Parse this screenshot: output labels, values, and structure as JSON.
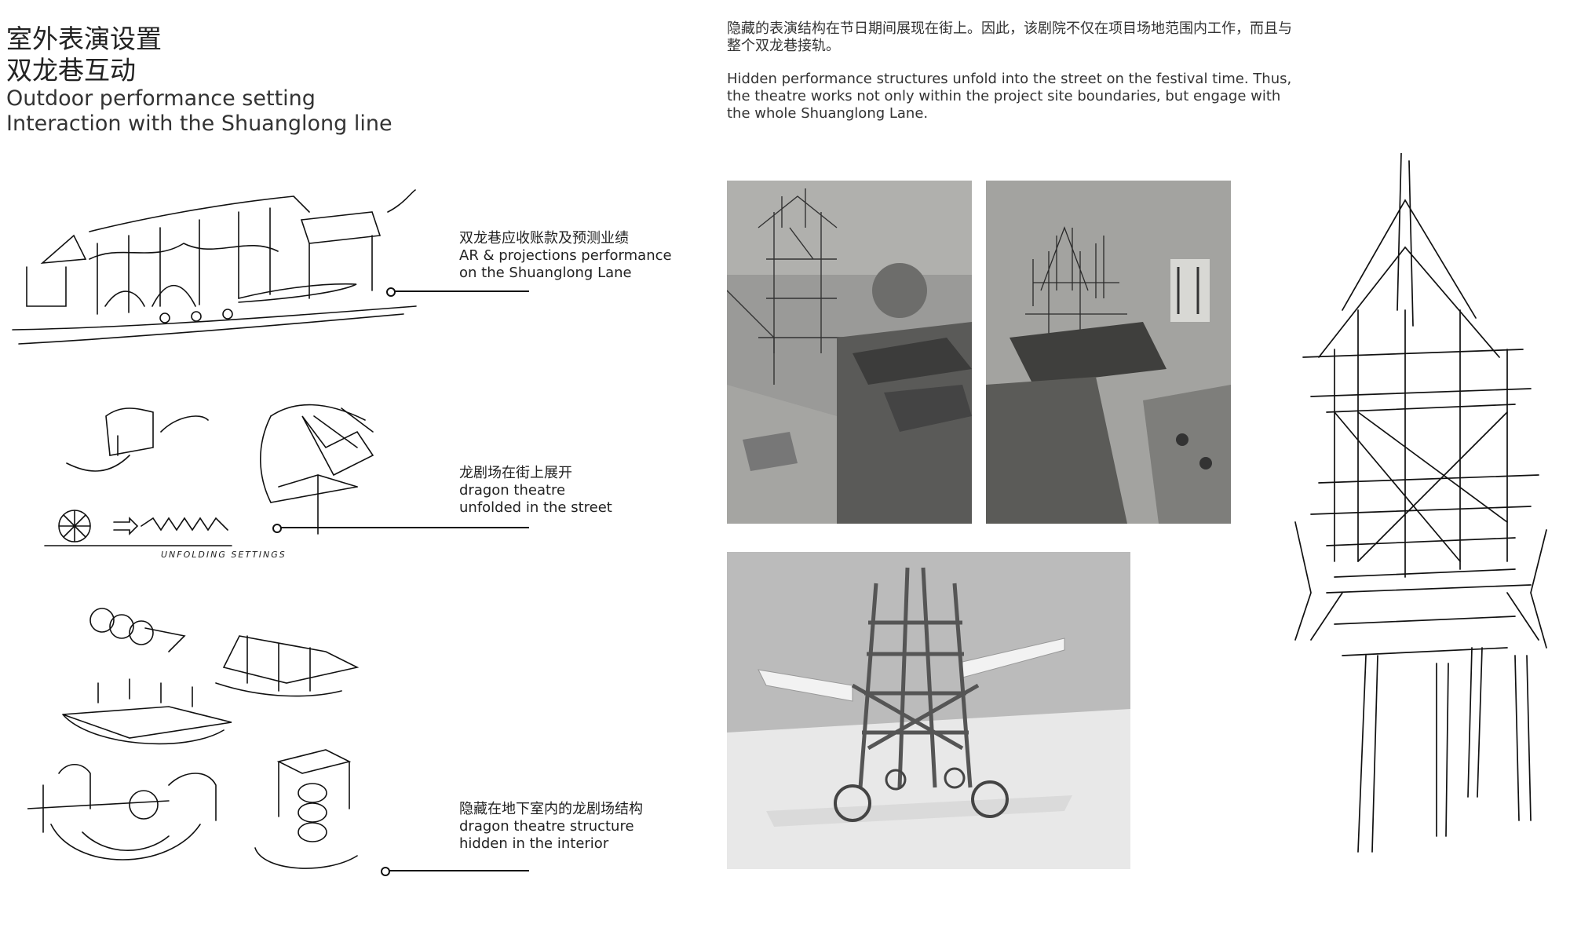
{
  "header": {
    "title_cn_1": "室外表演设置",
    "title_cn_2": "双龙巷互动",
    "title_en_1": "Outdoor performance setting",
    "title_en_2": "Interaction with the Shuanglong line"
  },
  "intro": {
    "cn": "隐藏的表演结构在节日期间展现在街上。因此，该剧院不仅在项目场地范围内工作，而且与整个双龙巷接轨。",
    "en": "Hidden performance structures unfold into the street on the festival time. Thus, the theatre works not only within the project site boundaries, but engage with the whole Shuanglong Lane."
  },
  "sketches": [
    {
      "cn": "双龙巷应收账款及预测业绩",
      "en_1": "AR & projections performance",
      "en_2": "on the Shuanglong Lane"
    },
    {
      "cn": "龙剧场在街上展开",
      "en_1": "dragon theatre",
      "en_2": "unfolded in the street",
      "handwritten": "UNFOLDING SETTINGS"
    },
    {
      "cn": "隐藏在地下室内的龙剧场结构",
      "en_1": "dragon theatre structure",
      "en_2": "hidden in the interior"
    }
  ],
  "images": {
    "painting_left": "historic scroll painting with scaffold tower",
    "painting_right": "historic scroll painting with scaffold tower and market",
    "render": "3D render of wheeled timber tower with folding wings",
    "tower_sketch": "ink sketch of tall timber scaffold tower"
  }
}
